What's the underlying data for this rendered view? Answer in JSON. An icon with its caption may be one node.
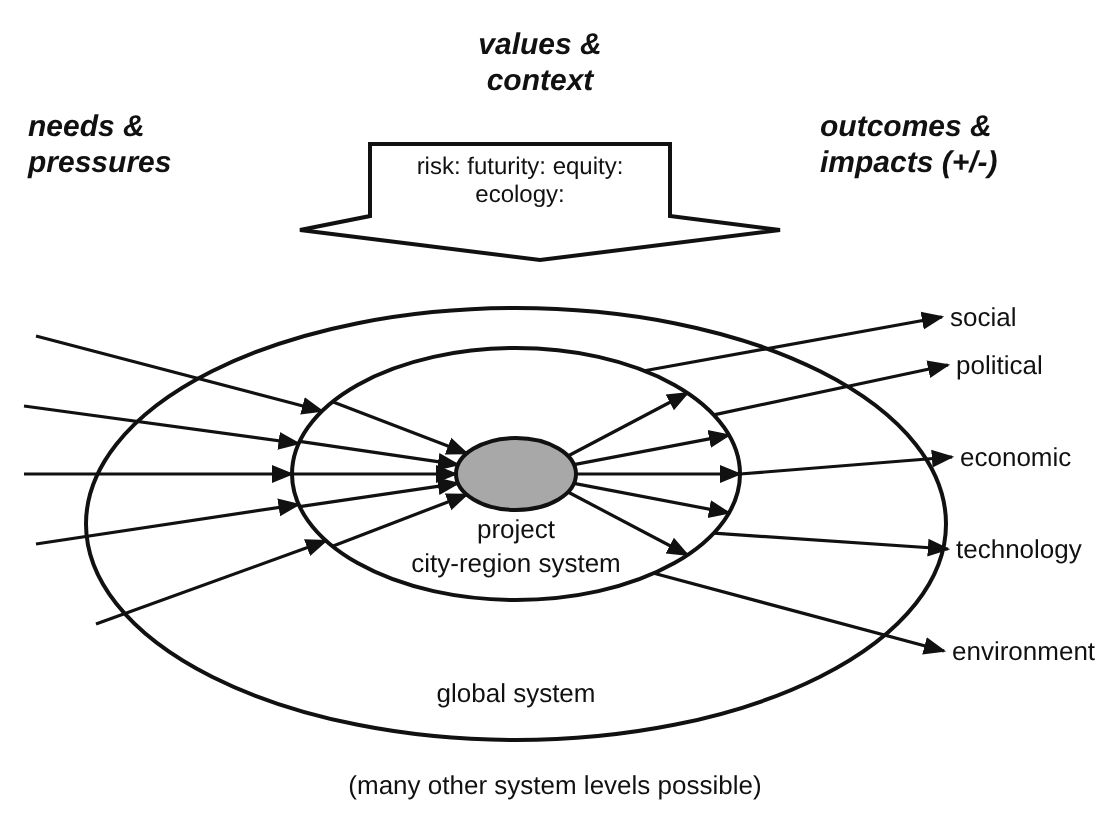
{
  "diagram": {
    "caption": "(many other system levels possible)",
    "nodes": [
      {
        "text": [
          "global system"
        ]
      },
      {
        "text": [
          "city-region system"
        ],
        "in": 0
      },
      {
        "text": [
          "project"
        ],
        "in": 1
      },
      {
        "text": [
          "values & context",
          "risk: futurity: equity: ecology:"
        ]
      },
      {
        "text": [
          "social"
        ]
      },
      {
        "text": [
          "political"
        ]
      },
      {
        "text": [
          "economic"
        ]
      },
      {
        "text": [
          "technology"
        ]
      },
      {
        "text": [
          "environment"
        ]
      }
    ],
    "edges": [
      {
        "from": null,
        "to": 1,
        "arrow": "to"
      },
      {
        "from": null,
        "to": 1,
        "arrow": "to"
      },
      {
        "from": null,
        "to": 1,
        "arrow": "to"
      },
      {
        "from": null,
        "to": 1,
        "arrow": "to"
      },
      {
        "from": null,
        "to": 1,
        "arrow": "to"
      },
      {
        "from": 1,
        "to": 2,
        "arrow": "to"
      },
      {
        "from": 1,
        "to": 2,
        "arrow": "to"
      },
      {
        "from": 1,
        "to": 2,
        "arrow": "to"
      },
      {
        "from": 1,
        "to": 2,
        "arrow": "to"
      },
      {
        "from": 1,
        "to": 2,
        "arrow": "to"
      },
      {
        "from": 2,
        "to": 1,
        "arrow": "to"
      },
      {
        "from": 2,
        "to": 1,
        "arrow": "to"
      },
      {
        "from": 2,
        "to": 1,
        "arrow": "to"
      },
      {
        "from": 2,
        "to": 1,
        "arrow": "to"
      },
      {
        "from": 2,
        "to": 1,
        "arrow": "to"
      },
      {
        "from": 1,
        "to": 4,
        "arrow": "to"
      },
      {
        "from": 1,
        "to": 5,
        "arrow": "to"
      },
      {
        "from": 1,
        "to": 6,
        "arrow": "to"
      },
      {
        "from": 1,
        "to": 7,
        "arrow": "to"
      },
      {
        "from": 1,
        "to": 8,
        "arrow": "to"
      }
    ],
    "labels": [
      "needs & pressures",
      "outcomes & impacts (+/-)"
    ]
  }
}
